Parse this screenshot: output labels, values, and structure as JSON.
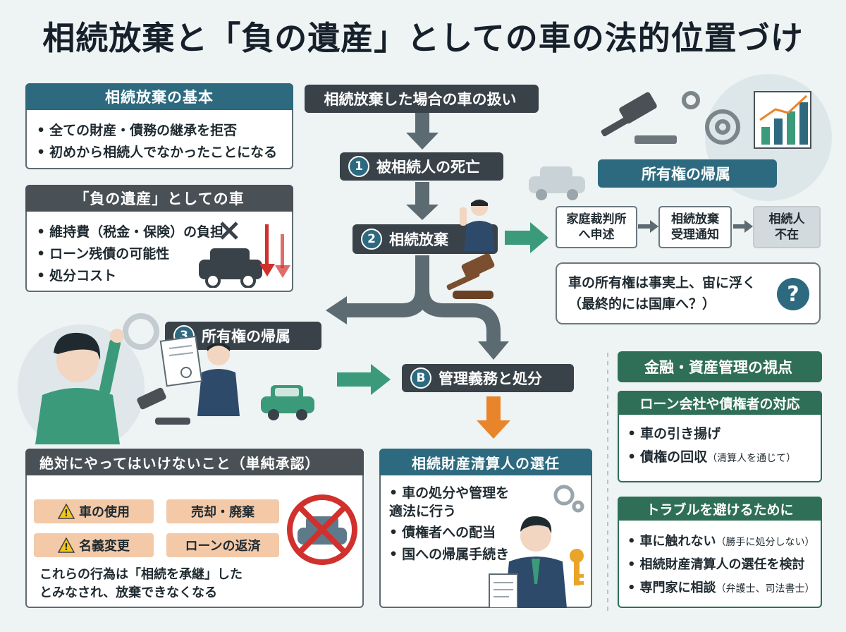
{
  "title": "相続放棄と「負の遺産」としての車の法的位置づけ",
  "basics": {
    "header": "相続放棄の基本",
    "items": [
      "全ての財産・債務の継承を拒否",
      "初めから相続人でなかったことになる"
    ]
  },
  "negative": {
    "header": "「負の遺産」としての車",
    "items": [
      "維持費（税金・保険）の負担",
      "ローン残債の可能性",
      "処分コスト"
    ]
  },
  "flow": {
    "header": "相続放棄した場合の車の扱い",
    "step1_num": "1",
    "step1": "被相続人の死亡",
    "step2_num": "2",
    "step2": "相続放棄",
    "step3_num": "3",
    "step3": "所有権の帰属",
    "stepB_num": "B",
    "stepB": "管理義務と処分"
  },
  "ownership": {
    "header": "所有権の帰属",
    "box1": "家庭裁判所\nへ申述",
    "box2": "相続放棄\n受理通知",
    "box3": "相続人\n不在",
    "speech": "車の所有権は事実上、宙に浮く\n（最終的には国庫へ？）",
    "question": "?"
  },
  "donts": {
    "header": "絶対にやってはいけないこと（単純承認）",
    "tags": [
      "車の使用",
      "売却・廃棄",
      "名義変更",
      "ローンの返済"
    ],
    "warn_mark": "!",
    "note": "これらの行為は「相続を承継」した\nとみなされ、放棄できなくなる"
  },
  "administrator": {
    "header": "相続財産清算人の選任",
    "items": [
      "車の処分や管理を\n適法に行う",
      "債権者への配当",
      "国への帰属手続き"
    ]
  },
  "finance": {
    "header": "金融・資産管理の視点",
    "creditor_header": "ローン会社や債権者の対応",
    "creditor_items": [
      {
        "main": "車の引き揚げ",
        "note": ""
      },
      {
        "main": "債権の回収",
        "note": "（清算人を通じて）"
      }
    ],
    "avoid_header": "トラブルを避けるために",
    "avoid_items": [
      {
        "main": "車に触れない",
        "note": "（勝手に処分しない）"
      },
      {
        "main": "相続財産清算人の選任を検討",
        "note": ""
      },
      {
        "main": "専門家に相談",
        "note": "（弁護士、司法書士）"
      }
    ]
  },
  "colors": {
    "teal": "#2d6a7f",
    "dark": "#394248",
    "green": "#2f6f57",
    "flow_arrow": "#5c6a72",
    "green_arrow": "#3a9a7a",
    "orange_arrow": "#e8842a",
    "warn_tag": "#f3c9a8",
    "prohibit_red": "#d0312d"
  },
  "icons": [
    "gavel-icon",
    "gear-icon",
    "bar-chart-icon",
    "car-icon",
    "key-icon",
    "document-icon",
    "person-icon",
    "prohibited-car-icon",
    "warning-icon",
    "question-icon"
  ]
}
